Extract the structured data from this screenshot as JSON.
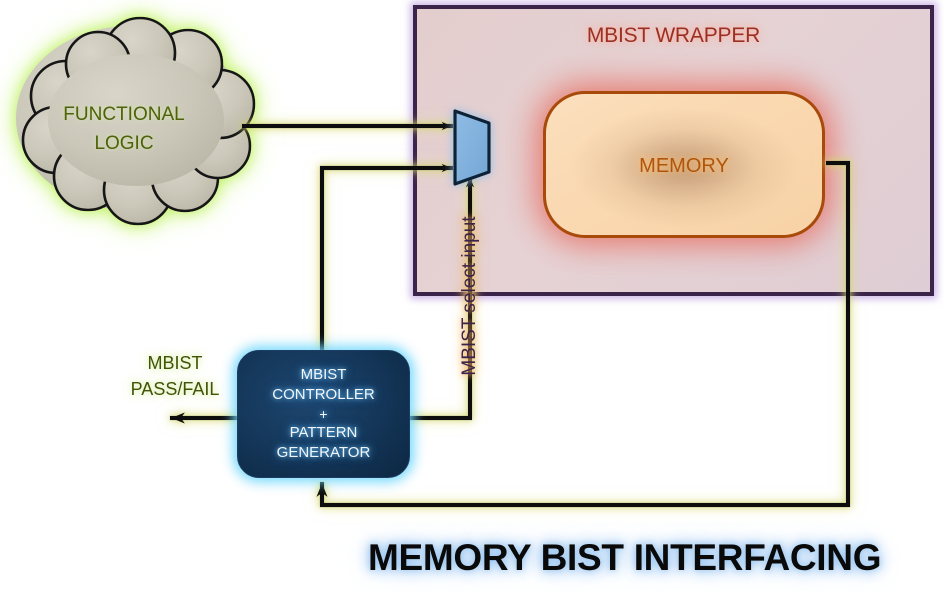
{
  "diagram": {
    "title": "MEMORY BIST INTERFACING",
    "blocks": {
      "functional_logic": {
        "label_line1": "FUNCTIONAL",
        "label_line2": "LOGIC",
        "shape": "cloud",
        "text_color": "#4d6209",
        "glow_color": "#c9f07a"
      },
      "mbist_wrapper": {
        "label": "MBIST WRAPPER",
        "shape": "rectangle",
        "border_color": "#3a2449",
        "fill_color": "#e3cdcd",
        "text_color": "#9c2f22"
      },
      "memory": {
        "label": "MEMORY",
        "shape": "rounded-rectangle",
        "border_color": "#a84a0a",
        "fill_color": "#fad9b2",
        "glow_color": "#e8685a",
        "text_color": "#b0560c"
      },
      "mux": {
        "shape": "trapezoid",
        "fill_color": "#7fb0dd",
        "border_color": "#0d2036",
        "glow_color": "#8fbde8"
      },
      "mbist_controller": {
        "lines": [
          "MBIST",
          "CONTROLLER",
          "+",
          "PATTERN",
          "GENERATOR"
        ],
        "shape": "rounded-rectangle",
        "fill_color": "#163a5e",
        "glow_color": "#6ed6fb",
        "text_color": "#f2f6fa"
      }
    },
    "labels": {
      "pass_fail_line1": "MBIST",
      "pass_fail_line2": "PASS/FAIL",
      "select_input": "MBIST select input"
    },
    "wire_color": "#111108",
    "wire_glow_color": "#cdd06a"
  }
}
